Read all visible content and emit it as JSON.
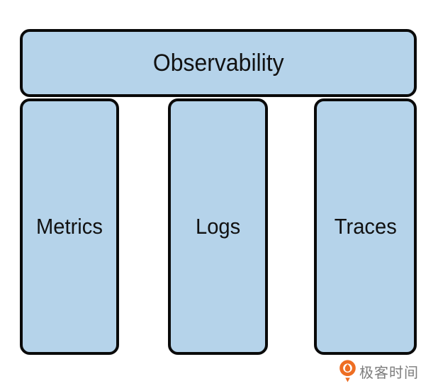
{
  "diagram": {
    "header": {
      "label": "Observability"
    },
    "pillars": [
      {
        "label": "Metrics"
      },
      {
        "label": "Logs"
      },
      {
        "label": "Traces"
      }
    ]
  },
  "branding": {
    "logo_text": "极客时间"
  },
  "colors": {
    "box_fill": "#b5d3ea",
    "box_border": "#0a0a0a",
    "label_text": "#111111",
    "logo_orange": "#ee6e23",
    "logo_text_gray": "#7d7d7d",
    "background": "#ffffff"
  }
}
